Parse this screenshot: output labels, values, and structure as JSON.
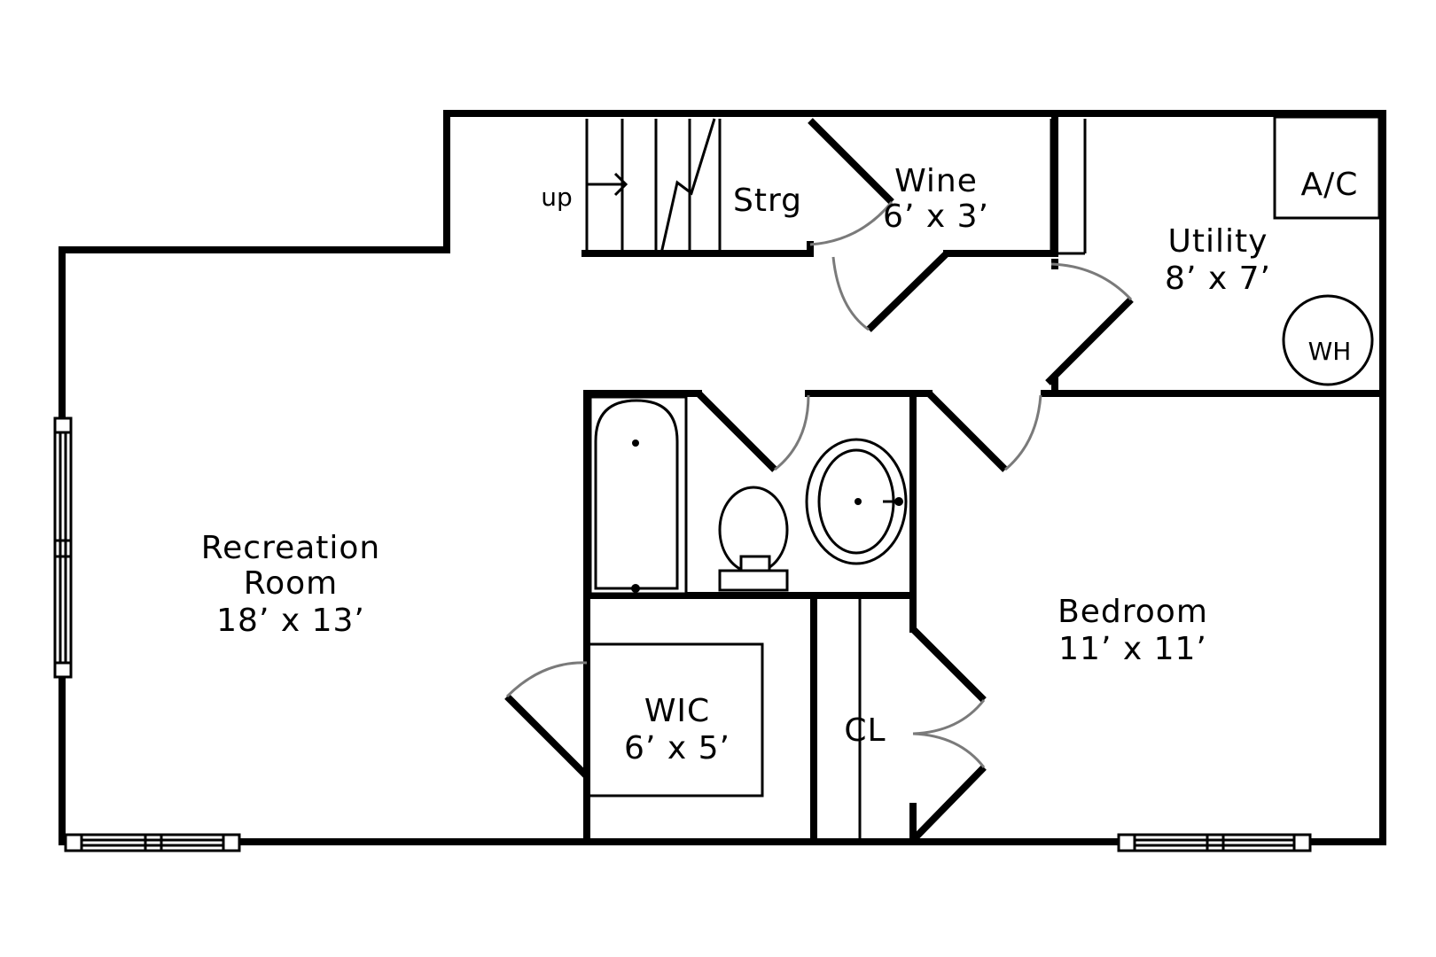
{
  "rooms": {
    "recreation": {
      "name_line1": "Recreation",
      "name_line2": "Room",
      "size": "18’ x 13’"
    },
    "bedroom": {
      "name": "Bedroom",
      "size": "11’ x 11’"
    },
    "utility": {
      "name": "Utility",
      "size": "8’ x 7’"
    },
    "wine": {
      "name": "Wine",
      "size": "6’ x 3’"
    },
    "wic": {
      "name": "WIC",
      "size": "6’ x 5’"
    },
    "storage": {
      "name": "Strg"
    },
    "closet": {
      "name": "CL"
    }
  },
  "fixtures": {
    "ac": "A/C",
    "water_heater": "WH",
    "stairs": "up"
  }
}
